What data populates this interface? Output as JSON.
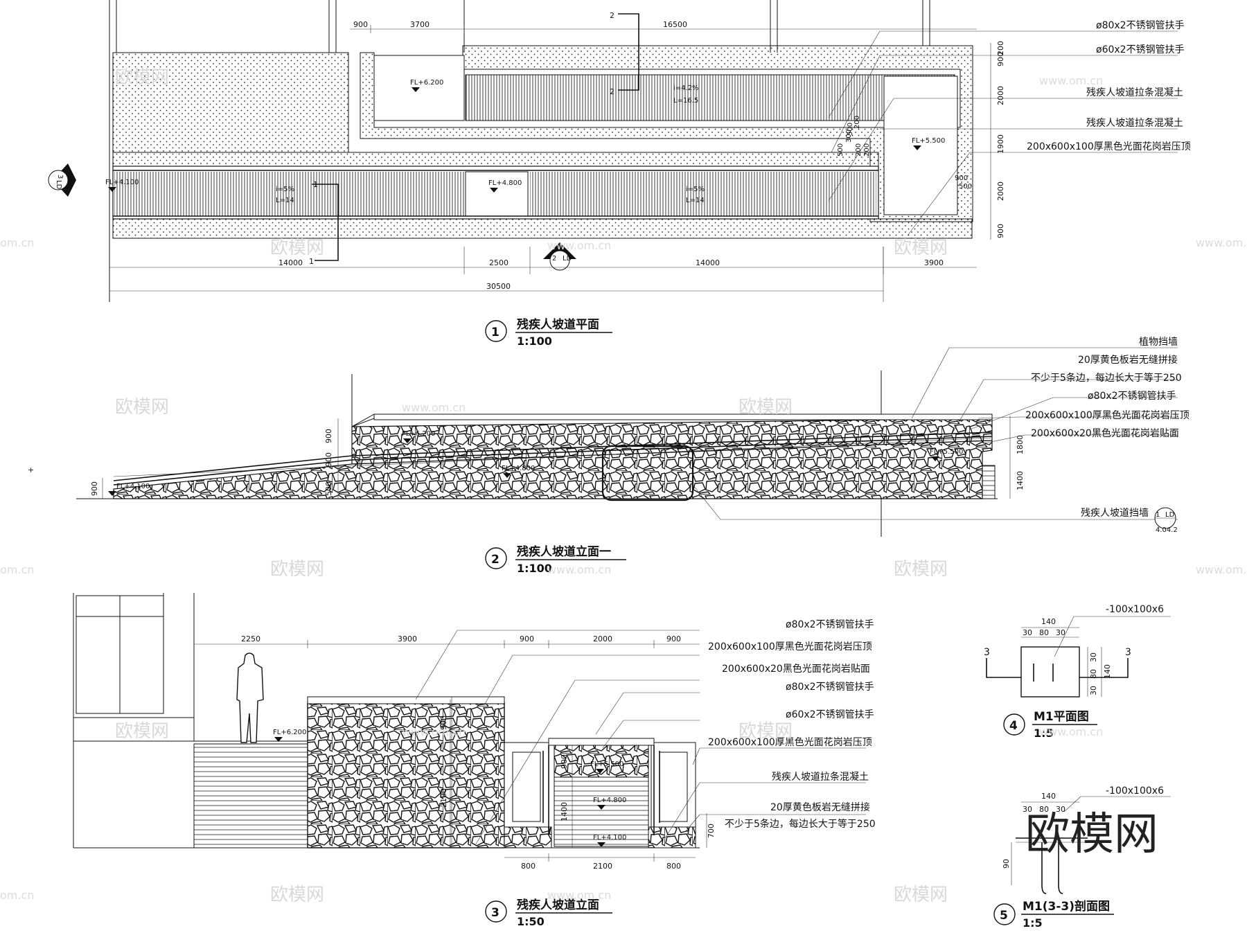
{
  "views": [
    {
      "num": "1",
      "title": "残疾人坡道平面",
      "scale": "1:100"
    },
    {
      "num": "2",
      "title": "残疾人坡道立面一",
      "scale": "1:100"
    },
    {
      "num": "3",
      "title": "残疾人坡道立面",
      "scale": "1:50"
    },
    {
      "num": "4",
      "title": "M1平面图",
      "scale": "1:5"
    },
    {
      "num": "5",
      "title": "M1(3-3)剖面图",
      "scale": "1:5"
    }
  ],
  "plan": {
    "top_dims": [
      "900",
      "3700",
      "16500"
    ],
    "bottom_dims": [
      "14000",
      "2500",
      "14000",
      "3900"
    ],
    "total_dim": "30500",
    "right_dims": [
      "200",
      "900",
      "2000",
      "1900",
      "2000",
      "900"
    ],
    "inner_dims": [
      "500",
      "300",
      "200",
      "500",
      "200",
      "200",
      "900",
      "500"
    ],
    "levels": [
      "FL+6.200",
      "FL+4.800",
      "FL+4.100",
      "FL+5.500"
    ],
    "slopes": [
      "i=4.2%",
      "L=16.5",
      "i=5%",
      "L=14",
      "i=5%",
      "L=14"
    ],
    "section_marks": [
      "1",
      "1",
      "2",
      "2"
    ],
    "callout_1": {
      "top": "2",
      "bottom": "LD"
    },
    "callout_2": {
      "top": "3",
      "bottom": "LD"
    },
    "notes": [
      "ø80x2不锈钢管扶手",
      "ø60x2不锈钢管扶手",
      "残疾人坡道拉条混凝土",
      "残疾人坡道拉条混凝土",
      "200x600x100厚黑色光面花岗岩压顶"
    ]
  },
  "elev1": {
    "notes": [
      "植物挡墙",
      "20厚黄色板岩无缝拼接",
      "不少于5条边，每边长大于等于250",
      "ø80x2不锈钢管扶手",
      "200x600x100厚黑色光面花岗岩压顶",
      "200x600x20黑色光面花岗岩贴面"
    ],
    "bottom_note": "残疾人坡道挡墙",
    "detail_ref": {
      "top": "1",
      "mid": "LD",
      "bottom": "4.04.2"
    },
    "levels": [
      "FL+6.200",
      "FL+4.800",
      "FL+4.100",
      "FL+5.500"
    ],
    "left_dims": [
      "900",
      "900",
      "500"
    ],
    "right_dims": [
      "1800",
      "1400"
    ]
  },
  "elev3": {
    "top_dims": [
      "2250",
      "3900",
      "900",
      "2000",
      "900"
    ],
    "bottom_dims": [
      "800",
      "2100",
      "800"
    ],
    "vert_dims": [
      "900",
      "2100",
      "900",
      "1400",
      "700"
    ],
    "levels": [
      "FL+6.200",
      "FL+5.500",
      "FL+4.800",
      "FL+4.100"
    ],
    "notes": [
      "ø80x2不锈钢管扶手",
      "200x600x100厚黑色光面花岗岩压顶",
      "200x600x20黑色光面花岗岩贴面",
      "ø80x2不锈钢管扶手",
      "ø60x2不锈钢管扶手",
      "200x600x100厚黑色光面花岗岩压顶",
      "残疾人坡道拉条混凝土",
      "20厚黄色板岩无缝拼接",
      "不少于5条边，每边长大于等于250"
    ]
  },
  "m1_plan": {
    "plate": "-100x100x6",
    "top_dims": [
      "140",
      "30",
      "80",
      "30"
    ],
    "side_dims": [
      "30",
      "80",
      "30",
      "140"
    ],
    "marks": [
      "3",
      "3"
    ]
  },
  "m1_sec": {
    "plate": "-100x100x6",
    "top_dims": [
      "140",
      "30",
      "80",
      "30"
    ],
    "side_dim": "90"
  },
  "watermarks": [
    "欧模网",
    "www.om.cn",
    "om.cn"
  ],
  "brand": "欧模网"
}
